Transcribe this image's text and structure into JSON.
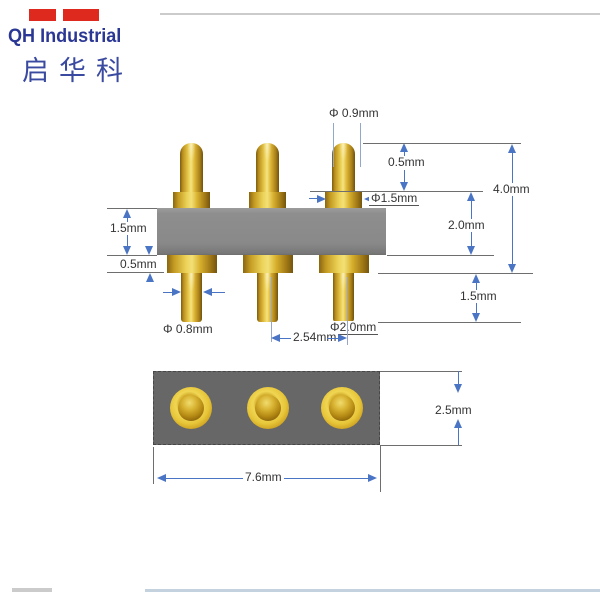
{
  "logo": {
    "company_en": "QH Industrial",
    "company_cn": "启华科"
  },
  "side_view": {
    "dim_tip_diameter": "Φ 0.9mm",
    "dim_stroke": "0.5mm",
    "dim_plunger_diameter": "Φ1.5mm",
    "dim_total_height": "4.0mm",
    "dim_upper_body_height": "2.0mm",
    "dim_housing_thickness": "1.5mm",
    "dim_flange_lip": "0.5mm",
    "dim_tail_length": "1.5mm",
    "dim_tail_diameter": "Φ 0.8mm",
    "dim_pitch": "2.54mm",
    "dim_flange_diameter": "Φ2.0mm"
  },
  "bottom_view": {
    "dim_body_width": "7.6mm",
    "dim_body_height": "2.5mm"
  },
  "colors": {
    "accent_blue": "#4a74c4",
    "housing_gray": "#8c8c8c",
    "pin_gold": "#e3c138",
    "logo_blue": "#2b3795",
    "logo_red": "#de2a1e"
  }
}
